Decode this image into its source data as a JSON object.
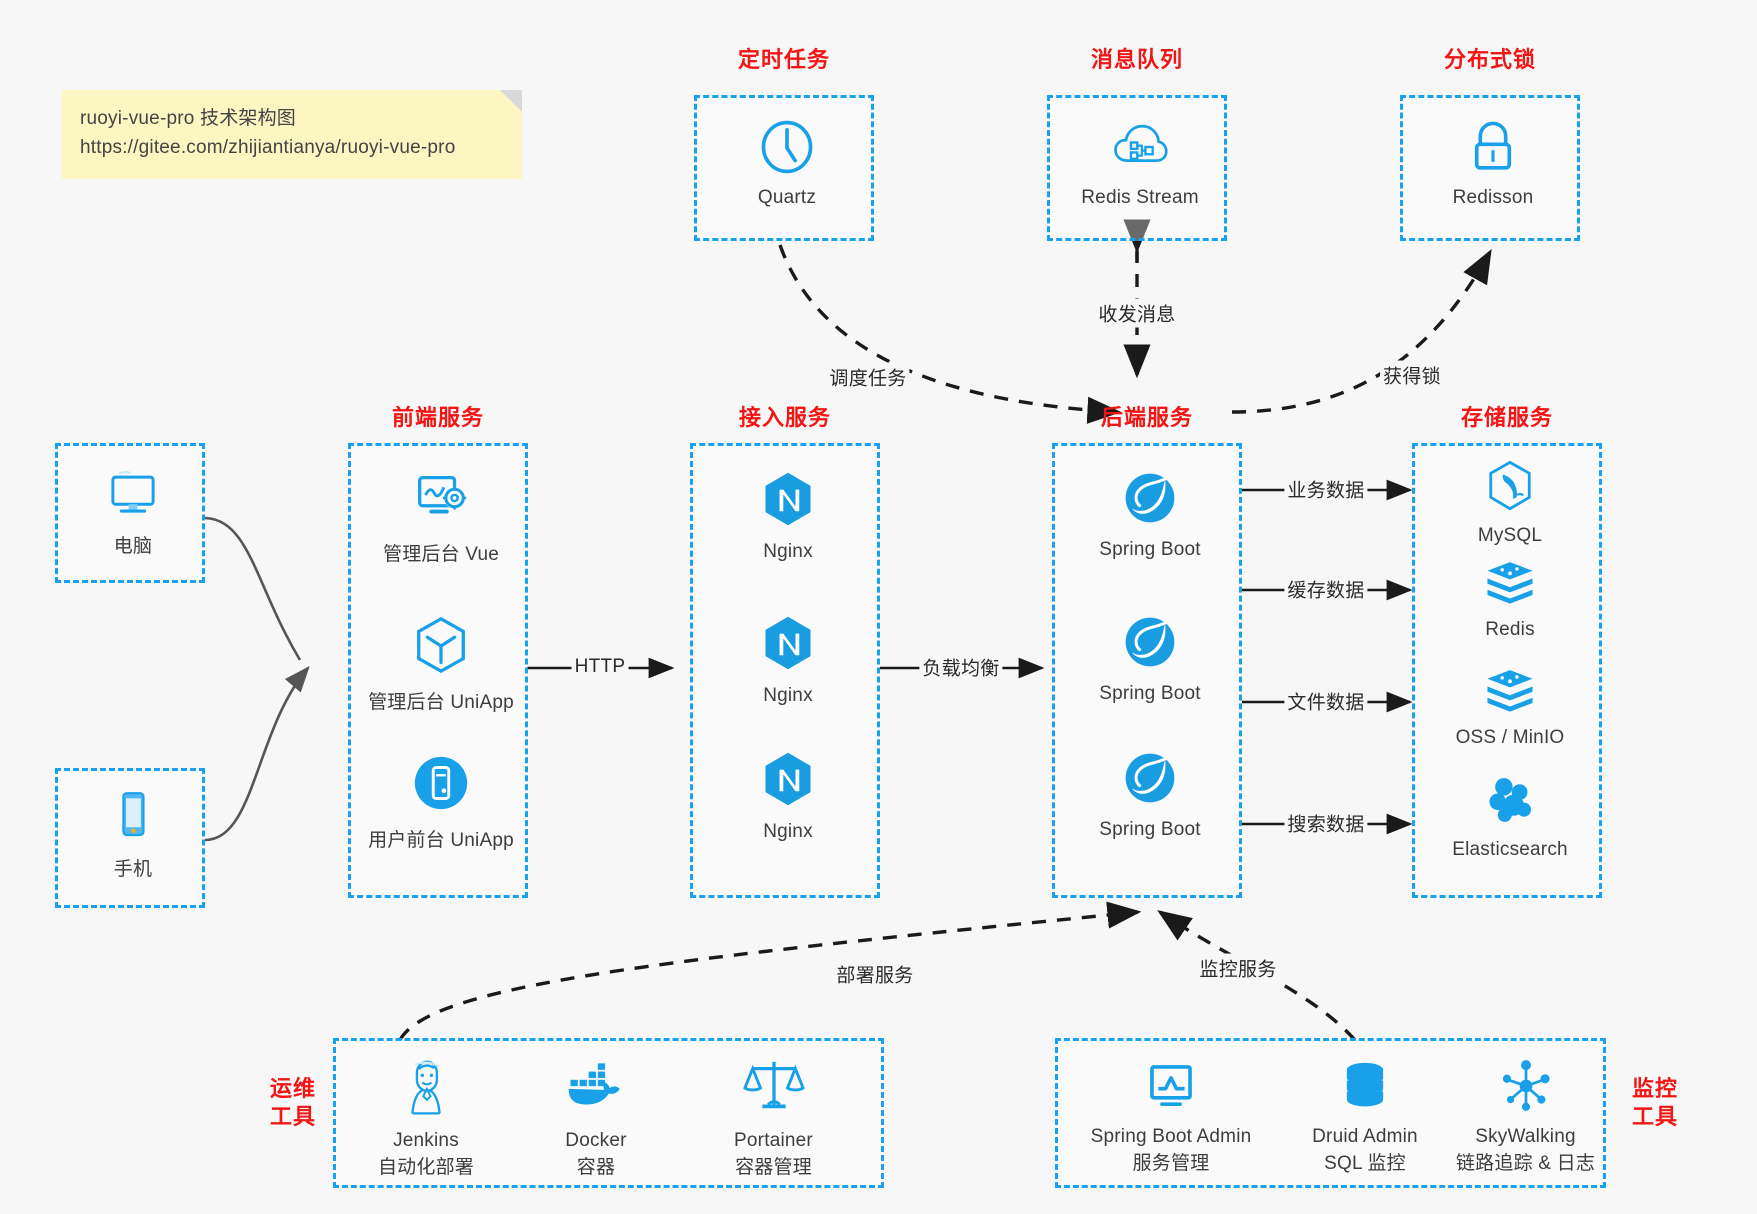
{
  "note": {
    "line1": "ruoyi-vue-pro 技术架构图",
    "line2": "https://gitee.com/zhijiantianya/ruoyi-vue-pro"
  },
  "colors": {
    "accent_blue": "#17a1f0",
    "icon_blue": "#18a0e8",
    "title_red": "#f31414",
    "background": "#f7f7f7",
    "note_yellow": "#fcf6c3",
    "arrow_dark": "#1a1a1a",
    "arrow_grey": "#555555"
  },
  "groups": {
    "scheduler": {
      "title": "定时任务"
    },
    "mq": {
      "title": "消息队列"
    },
    "lock": {
      "title": "分布式锁"
    },
    "frontend": {
      "title": "前端服务"
    },
    "gateway": {
      "title": "接入服务"
    },
    "backend": {
      "title": "后端服务"
    },
    "storage": {
      "title": "存储服务"
    },
    "devops": {
      "title_line1": "运维",
      "title_line2": "工具"
    },
    "monitor": {
      "title_line1": "监控",
      "title_line2": "工具"
    }
  },
  "nodes": {
    "quartz": {
      "label": "Quartz",
      "icon": "clock-icon"
    },
    "redis_stream": {
      "label": "Redis Stream",
      "icon": "cloud-network-icon"
    },
    "redisson": {
      "label": "Redisson",
      "icon": "lock-icon"
    },
    "pc": {
      "label": "电脑",
      "icon": "desktop-monitor-icon"
    },
    "mobile": {
      "label": "手机",
      "icon": "smartphone-icon"
    },
    "admin_vue": {
      "label": "管理后台 Vue",
      "icon": "dashboard-settings-icon"
    },
    "admin_uniapp": {
      "label": "管理后台 UniApp",
      "icon": "uniapp-cube-icon"
    },
    "user_uniapp": {
      "label": "用户前台 UniApp",
      "icon": "mobile-app-icon"
    },
    "nginx1": {
      "label": "Nginx",
      "icon": "nginx-icon"
    },
    "nginx2": {
      "label": "Nginx",
      "icon": "nginx-icon"
    },
    "nginx3": {
      "label": "Nginx",
      "icon": "nginx-icon"
    },
    "boot1": {
      "label": "Spring Boot",
      "icon": "spring-boot-icon"
    },
    "boot2": {
      "label": "Spring Boot",
      "icon": "spring-boot-icon"
    },
    "boot3": {
      "label": "Spring Boot",
      "icon": "spring-boot-icon"
    },
    "mysql": {
      "label": "MySQL",
      "icon": "mysql-dolphin-icon"
    },
    "redis": {
      "label": "Redis",
      "icon": "redis-stack-icon"
    },
    "oss": {
      "label": "OSS / MinIO",
      "icon": "redis-stack-icon"
    },
    "es": {
      "label": "Elasticsearch",
      "icon": "elasticsearch-icon"
    },
    "jenkins": {
      "label": "Jenkins",
      "sub": "自动化部署",
      "icon": "jenkins-butler-icon"
    },
    "docker": {
      "label": "Docker",
      "sub": "容器",
      "icon": "docker-whale-icon"
    },
    "portainer": {
      "label": "Portainer",
      "sub": "容器管理",
      "icon": "portainer-scale-icon"
    },
    "sba": {
      "label": "Spring Boot Admin",
      "sub": "服务管理",
      "icon": "monitor-chart-icon"
    },
    "druid": {
      "label": "Druid Admin",
      "sub": "SQL 监控",
      "icon": "database-icon"
    },
    "skywalking": {
      "label": "SkyWalking",
      "sub": "链路追踪 & 日志",
      "icon": "skywalking-node-icon"
    }
  },
  "edges": {
    "schedule_task": "调度任务",
    "send_receive": "收发消息",
    "acquire_lock": "获得锁",
    "http": "HTTP",
    "load_balance": "负载均衡",
    "business_data": "业务数据",
    "cache_data": "缓存数据",
    "file_data": "文件数据",
    "search_data": "搜索数据",
    "deploy_service": "部署服务",
    "monitor_service": "监控服务"
  }
}
